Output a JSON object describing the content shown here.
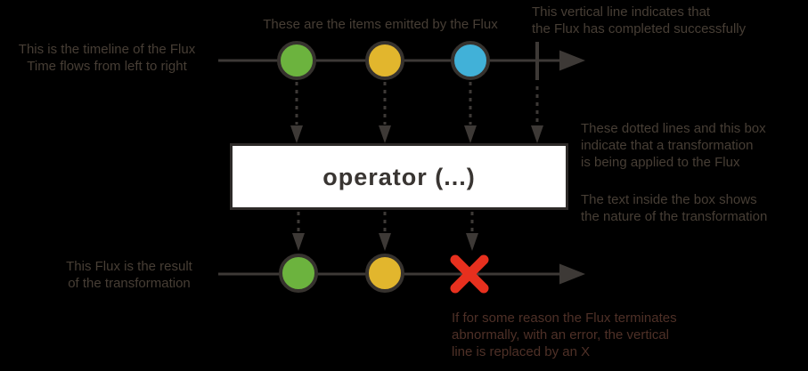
{
  "colors": {
    "background": "#000000",
    "line": "#3d3936",
    "circle_border": "#36322e",
    "item_green": "#6cb33e",
    "item_yellow": "#e2b62d",
    "item_blue": "#41b1d8",
    "error_x": "#e7301e",
    "operator_box_fill": "#ffffff",
    "operator_box_border": "#2d2a28",
    "annotation_text": "#473e35",
    "error_text": "#4e3027"
  },
  "annotations": {
    "timeline_intro": "This is the timeline of the Flux\nTime flows from left to right",
    "items_emitted": "These are the items emitted by the Flux",
    "completion": "This vertical line indicates that\nthe Flux has completed successfully",
    "transformation_box": "These dotted lines and this box\nindicate that a transformation\nis being applied to the Flux",
    "transformation_text": "The text inside the box shows\nthe nature of the transformation",
    "result_flux": "This Flux is the result\nof the transformation",
    "error_termination": "If for some reason the Flux terminates\nabnormally, with an error, the vertical\nline is replaced by an X"
  },
  "operator": {
    "label": "operator (...)"
  },
  "diagram": {
    "source_flux": {
      "items": [
        "green",
        "yellow",
        "blue"
      ],
      "terminal": "complete"
    },
    "result_flux": {
      "items": [
        "green",
        "yellow"
      ],
      "terminal": "error"
    }
  }
}
